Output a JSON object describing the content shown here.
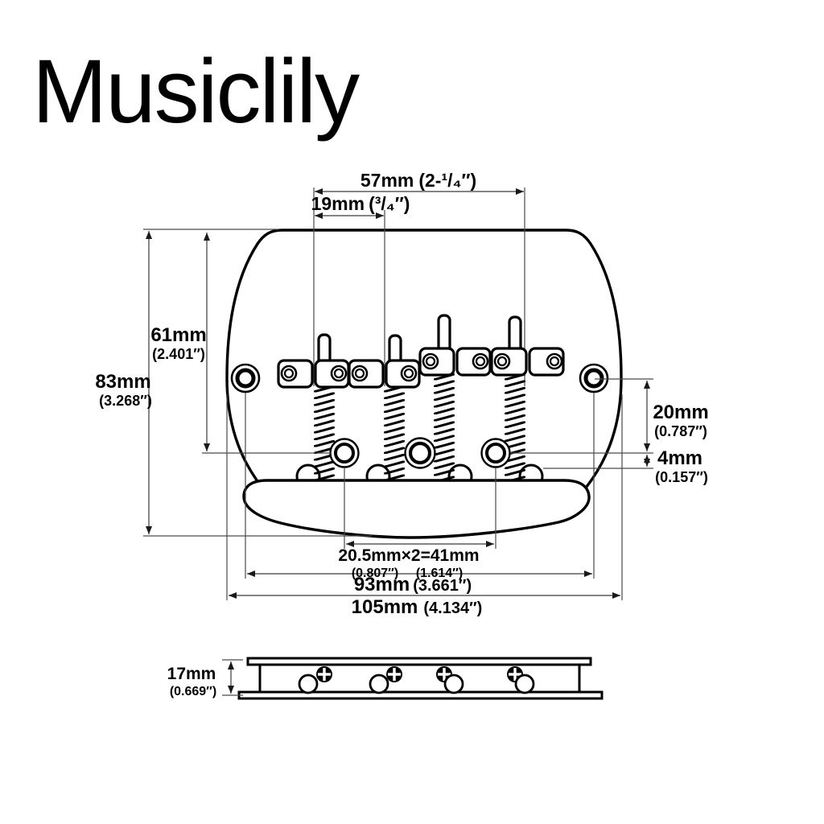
{
  "brand": "Musiclily",
  "diagram": {
    "subject": "4-string bass bridge dimension drawing",
    "views": [
      "top-view",
      "side-view"
    ],
    "colors": {
      "background": "#ffffff",
      "line": "#000000",
      "dim_line": "#4a4a4a"
    },
    "dims": {
      "d57": {
        "mm": "57mm",
        "inch": "(2-¹/₄″)"
      },
      "d19": {
        "mm": "19mm",
        "inch": "(³/₄″)"
      },
      "d61": {
        "mm": "61mm",
        "inch": "(2.401″)"
      },
      "d83": {
        "mm": "83mm",
        "inch": "(3.268″)"
      },
      "d20": {
        "mm": "20mm",
        "inch": "(0.787″)"
      },
      "d4": {
        "mm": "4mm",
        "inch": "(0.157″)"
      },
      "d41": {
        "mm": "20.5mm×2=41mm",
        "inch_left": "(0.807″)",
        "inch_right": "(1.614″)"
      },
      "d93": {
        "mm": "93mm",
        "inch": "(3.661″)"
      },
      "d105": {
        "mm": "105mm",
        "inch": "(4.134″)"
      },
      "d17": {
        "mm": "17mm",
        "inch": "(0.669″)"
      }
    }
  }
}
